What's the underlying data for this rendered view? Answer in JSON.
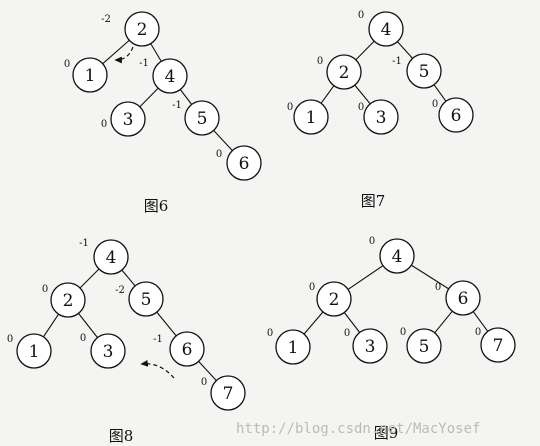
{
  "figures": [
    {
      "caption": "图6",
      "nodes": [
        {
          "id": "n2",
          "value": "2",
          "bf": "-2"
        },
        {
          "id": "n1",
          "value": "1",
          "bf": "0"
        },
        {
          "id": "n4",
          "value": "4",
          "bf": "-1"
        },
        {
          "id": "n3",
          "value": "3",
          "bf": "0"
        },
        {
          "id": "n5",
          "value": "5",
          "bf": "-1"
        },
        {
          "id": "n6",
          "value": "6",
          "bf": "0"
        }
      ],
      "edges": [
        [
          "n2",
          "n1"
        ],
        [
          "n2",
          "n4"
        ],
        [
          "n4",
          "n3"
        ],
        [
          "n4",
          "n5"
        ],
        [
          "n5",
          "n6"
        ]
      ],
      "rotation_arrow": true
    },
    {
      "caption": "图7",
      "nodes": [
        {
          "id": "n4",
          "value": "4",
          "bf": "0"
        },
        {
          "id": "n2",
          "value": "2",
          "bf": "0"
        },
        {
          "id": "n5",
          "value": "5",
          "bf": "-1"
        },
        {
          "id": "n1",
          "value": "1",
          "bf": "0"
        },
        {
          "id": "n3",
          "value": "3",
          "bf": "0"
        },
        {
          "id": "n6",
          "value": "6",
          "bf": "0"
        }
      ],
      "edges": [
        [
          "n4",
          "n2"
        ],
        [
          "n4",
          "n5"
        ],
        [
          "n2",
          "n1"
        ],
        [
          "n2",
          "n3"
        ],
        [
          "n5",
          "n6"
        ]
      ],
      "rotation_arrow": false
    },
    {
      "caption": "图8",
      "nodes": [
        {
          "id": "n4",
          "value": "4",
          "bf": "-1"
        },
        {
          "id": "n2",
          "value": "2",
          "bf": "0"
        },
        {
          "id": "n5",
          "value": "5",
          "bf": "-2"
        },
        {
          "id": "n1",
          "value": "1",
          "bf": "0"
        },
        {
          "id": "n3",
          "value": "3",
          "bf": "0"
        },
        {
          "id": "n6",
          "value": "6",
          "bf": "-1"
        },
        {
          "id": "n7",
          "value": "7",
          "bf": "0"
        }
      ],
      "edges": [
        [
          "n4",
          "n2"
        ],
        [
          "n4",
          "n5"
        ],
        [
          "n2",
          "n1"
        ],
        [
          "n2",
          "n3"
        ],
        [
          "n5",
          "n6"
        ],
        [
          "n6",
          "n7"
        ]
      ],
      "rotation_arrow": true
    },
    {
      "caption": "图9",
      "nodes": [
        {
          "id": "n4",
          "value": "4",
          "bf": "0"
        },
        {
          "id": "n2",
          "value": "2",
          "bf": "0"
        },
        {
          "id": "n6",
          "value": "6",
          "bf": "0"
        },
        {
          "id": "n1",
          "value": "1",
          "bf": "0"
        },
        {
          "id": "n3",
          "value": "3",
          "bf": "0"
        },
        {
          "id": "n5",
          "value": "5",
          "bf": "0"
        },
        {
          "id": "n7",
          "value": "7",
          "bf": "0"
        }
      ],
      "edges": [
        [
          "n4",
          "n2"
        ],
        [
          "n4",
          "n6"
        ],
        [
          "n2",
          "n1"
        ],
        [
          "n2",
          "n3"
        ],
        [
          "n6",
          "n5"
        ],
        [
          "n6",
          "n7"
        ]
      ],
      "rotation_arrow": false
    }
  ],
  "watermark": "http://blog.csdn.net/MacYosef"
}
